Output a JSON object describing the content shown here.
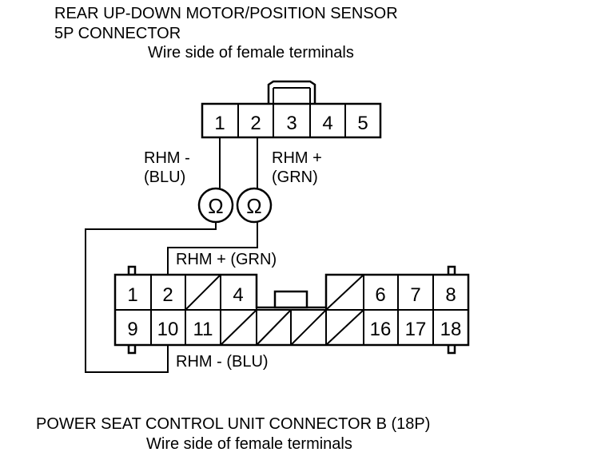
{
  "top_connector": {
    "title_line1": "REAR UP-DOWN MOTOR/POSITION SENSOR",
    "title_line2": "5P CONNECTOR",
    "subtitle": "Wire side of female terminals",
    "pins": [
      "1",
      "2",
      "3",
      "4",
      "5"
    ]
  },
  "probe_labels": {
    "rhm_minus": "RHM -",
    "rhm_minus_color": "(BLU)",
    "rhm_plus": "RHM +",
    "rhm_plus_color": "(GRN)",
    "ohm_symbol": "Ω"
  },
  "bottom_wire_labels": {
    "upper": "RHM +  (GRN)",
    "lower": "RHM -  (BLU)"
  },
  "bottom_connector": {
    "title": "POWER SEAT CONTROL UNIT CONNECTOR B (18P)",
    "subtitle": "Wire side of female terminals",
    "top_row": [
      "1",
      "2",
      "4",
      "6",
      "7",
      "8"
    ],
    "bottom_row": [
      "9",
      "10",
      "11",
      "16",
      "17",
      "18"
    ]
  }
}
